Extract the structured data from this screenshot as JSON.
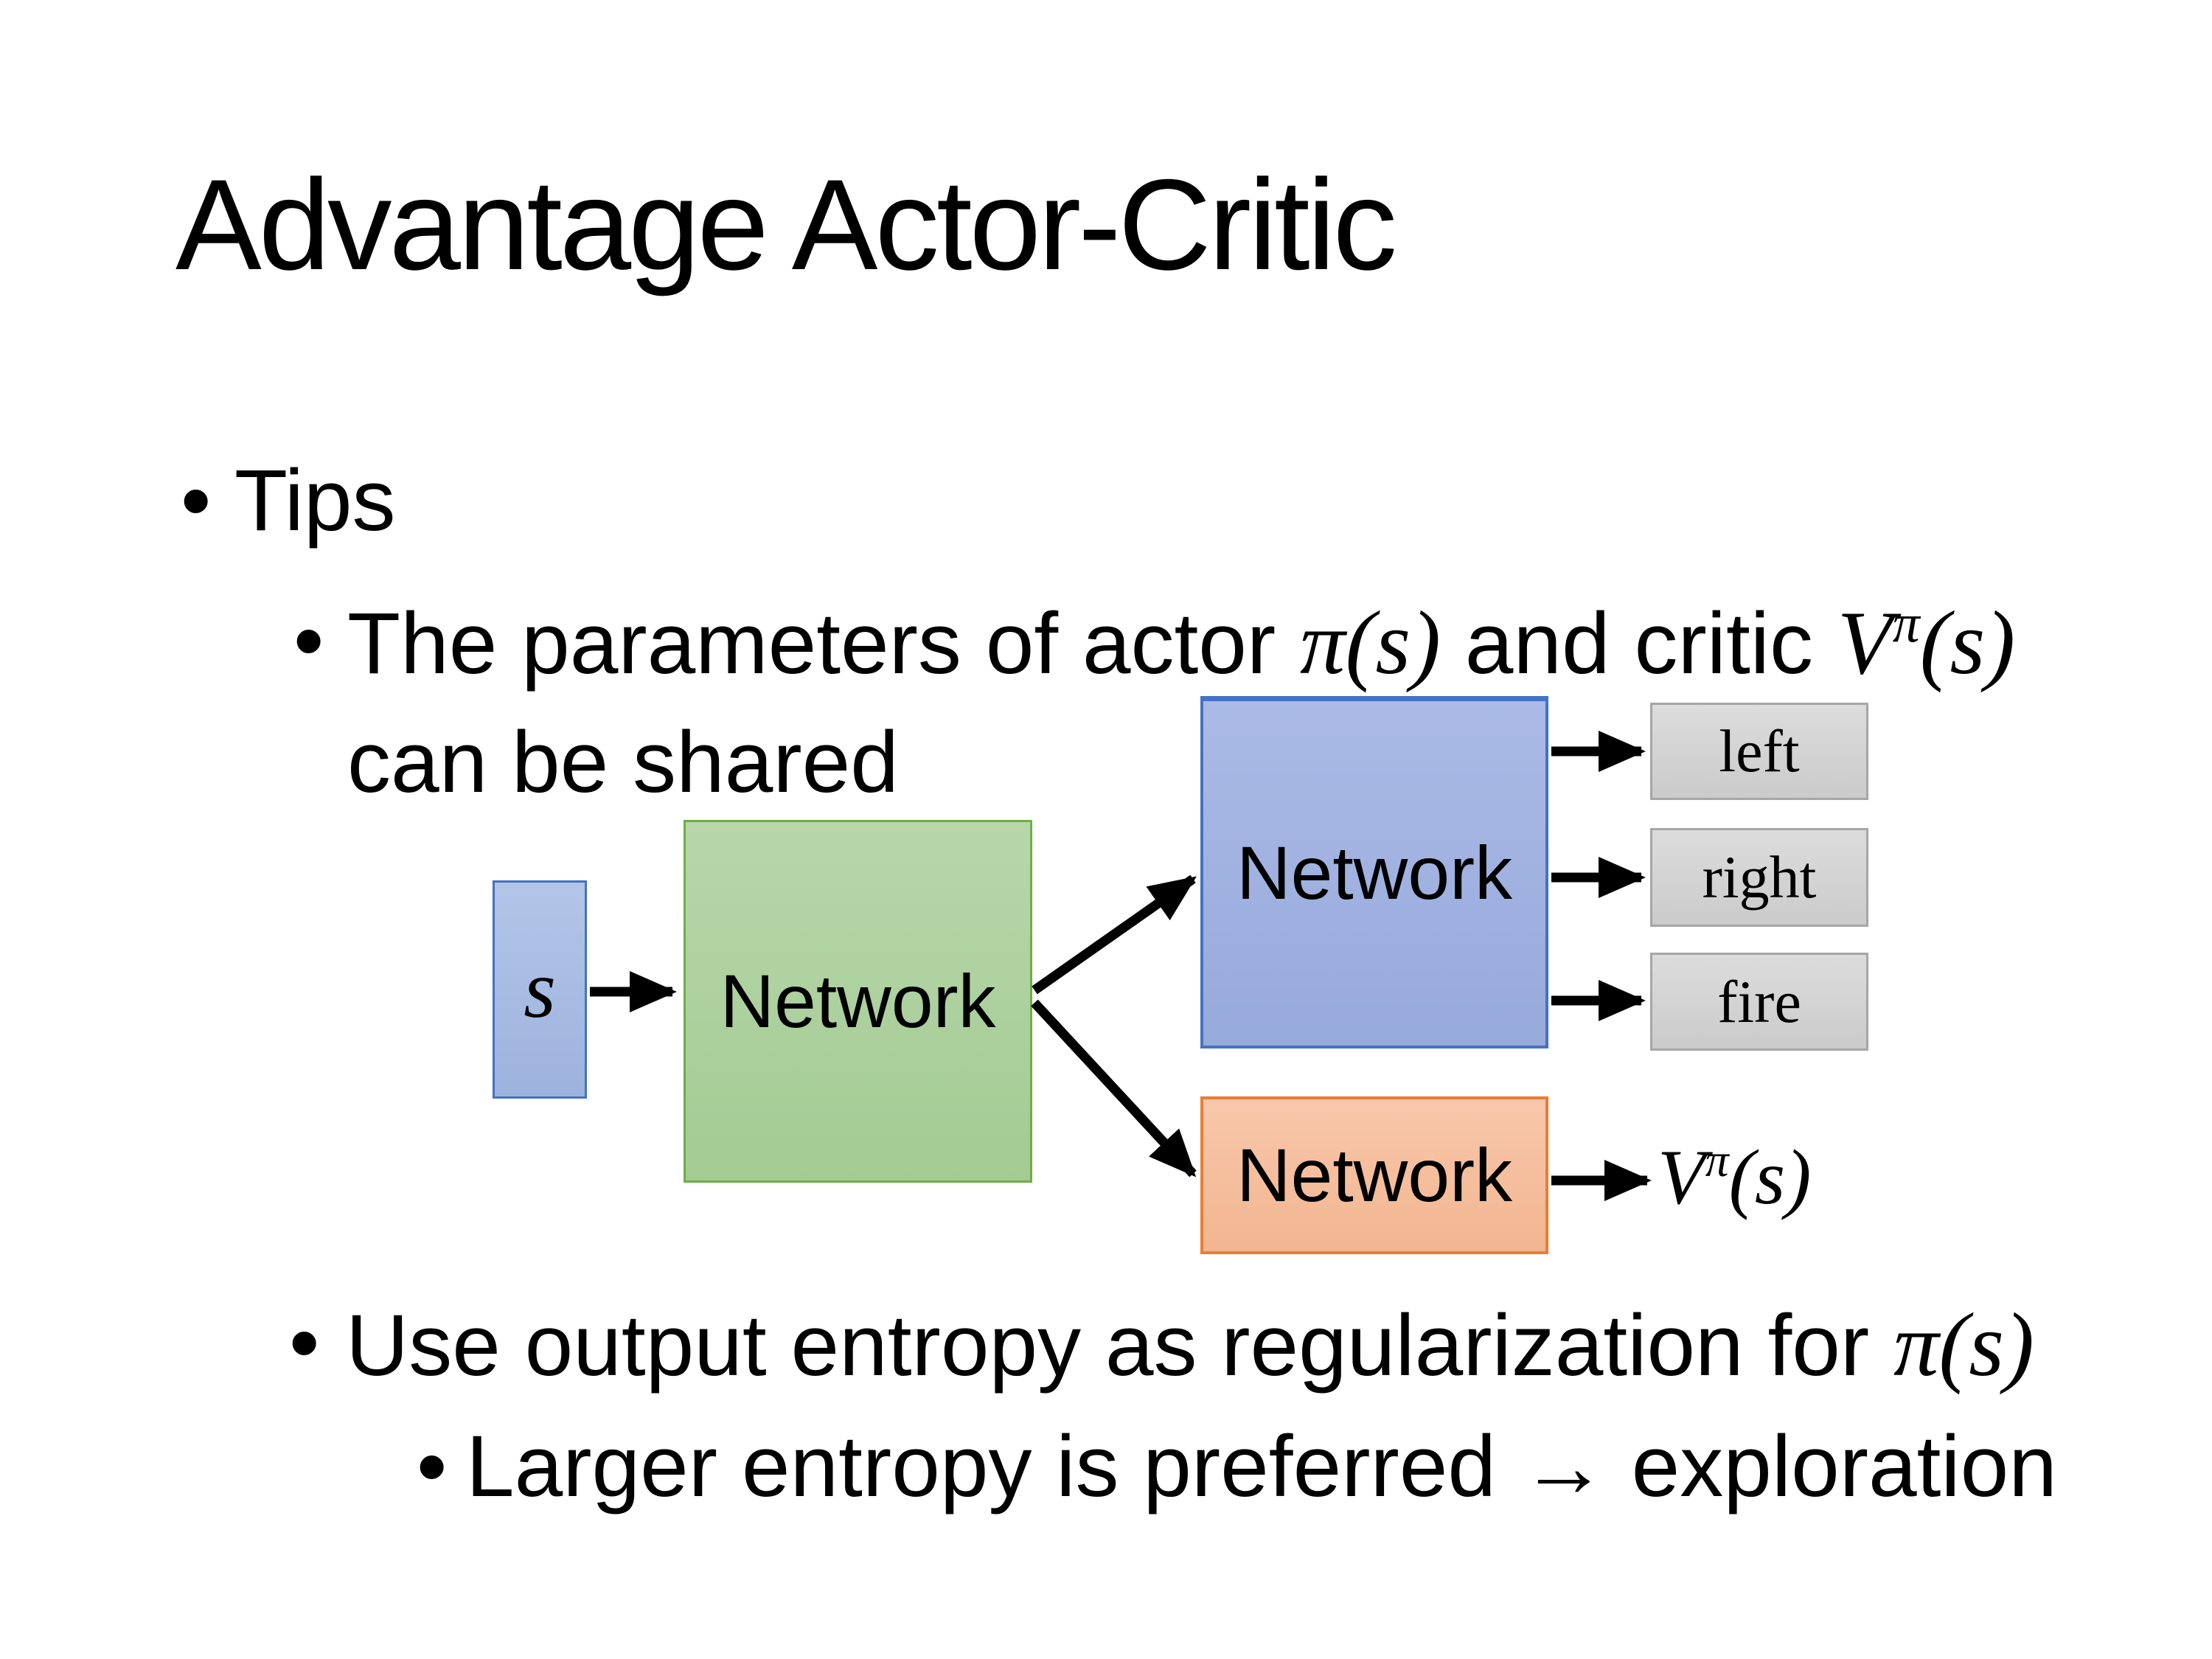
{
  "slide": {
    "title": "Advantage Actor-Critic"
  },
  "bullets": {
    "bullet_char": "•",
    "tips": "Tips",
    "params": {
      "seg1": "The parameters of actor ",
      "math1": "π(s)",
      "seg2": "  and critic ",
      "v": "V",
      "v_sup": "π",
      "v_args": "(s)",
      "line2": "can be shared"
    },
    "entropy": {
      "seg1": "Use output entropy as regularization for ",
      "math1": "π(s)"
    },
    "exploration": "Larger entropy is preferred → exploration"
  },
  "diagram": {
    "state_label": "s",
    "shared_network_label": "Network",
    "actor_network_label": "Network",
    "critic_network_label": "Network",
    "actions": [
      "left",
      "right",
      "fire"
    ],
    "value_output": {
      "v": "V",
      "sup": "π",
      "args": "(s)"
    },
    "colors": {
      "state_fill": "#a8bce2",
      "state_border": "#4472c4",
      "shared_fill": "#aed2a0",
      "shared_border": "#70ad47",
      "actor_fill": "#a1b3e1",
      "actor_border": "#4472c4",
      "critic_fill": "#f5bd9c",
      "critic_border": "#ed7d31",
      "action_fill": "#d3d3d3",
      "action_border": "#a6a6a6",
      "arrow": "#000000"
    }
  }
}
